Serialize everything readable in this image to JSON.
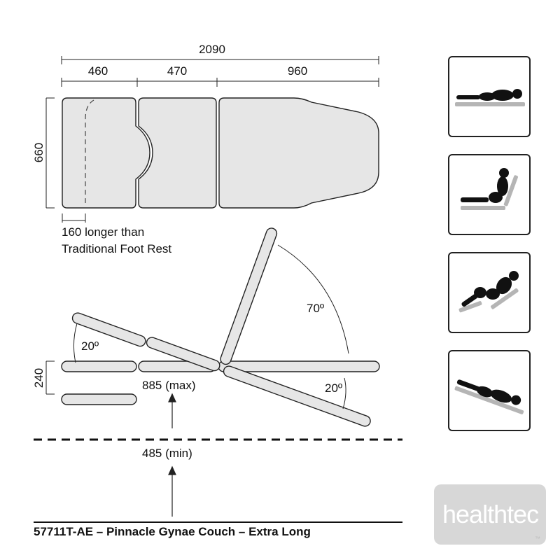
{
  "dimensions": {
    "total_length": "2090",
    "section_head": "460",
    "section_middle": "470",
    "section_back": "960",
    "width": "660",
    "profile_thickness": "240",
    "head_tilt_angle": "20º",
    "back_raise_angle": "70º",
    "back_lower_angle": "20º",
    "height_max": "885 (max)",
    "height_min": "485 (min)"
  },
  "notes": {
    "foot_rest_line1": "160 longer than",
    "foot_rest_line2": "Traditional Foot Rest"
  },
  "product_title": "57711T-AE – Pinnacle Gynae Couch – Extra Long",
  "brand": {
    "name": "healthtec",
    "mark": "™"
  },
  "positions": [
    {
      "icon": "flat-lying-icon"
    },
    {
      "icon": "upright-sitting-icon"
    },
    {
      "icon": "gynae-reclined-icon"
    },
    {
      "icon": "head-down-tilt-icon"
    }
  ],
  "colors": {
    "cushion_fill": "#e6e6e6",
    "outline": "#222222",
    "brand_bg": "#d7d7d7"
  }
}
